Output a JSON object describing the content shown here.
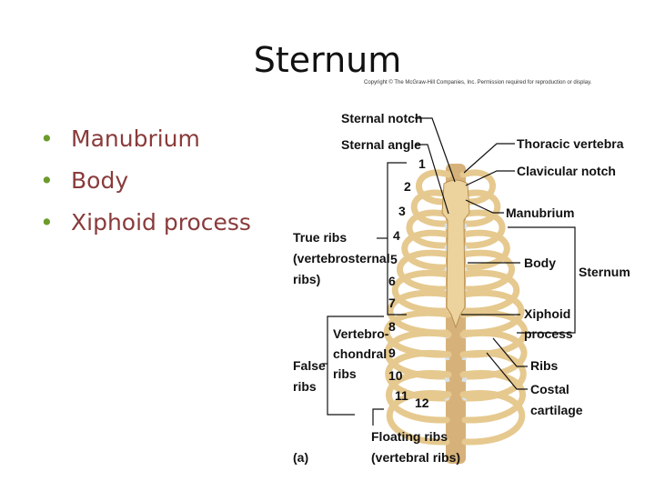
{
  "slide": {
    "title": "Sternum",
    "copyright": "Copyright © The McGraw-Hill Companies, Inc. Permission required for reproduction or display."
  },
  "bullets": [
    {
      "text": "Manubrium"
    },
    {
      "text": "Body"
    },
    {
      "text": "Xiphoid process"
    }
  ],
  "figure": {
    "panel_label": "(a)",
    "labels": {
      "sternal_notch": "Sternal notch",
      "sternal_angle": "Sternal angle",
      "true_ribs": "True ribs",
      "vertebrosternal": "(vertebrosternal",
      "ribs_paren": "ribs)",
      "vertebro": "Vertebro-",
      "chondral": "chondral",
      "ribs2": "ribs",
      "false": "False",
      "ribs3": "ribs",
      "floating": "Floating ribs",
      "vertebral": "(vertebral ribs)",
      "thoracic": "Thoracic vertebra",
      "clavicular": "Clavicular notch",
      "manubrium": "Manubrium",
      "body": "Body",
      "sternum": "Sternum",
      "xiphoid1": "Xiphoid",
      "xiphoid2": "process",
      "ribs": "Ribs",
      "costal1": "Costal",
      "costal2": "cartilage"
    },
    "numbers": [
      "1",
      "2",
      "3",
      "4",
      "5",
      "6",
      "7",
      "8",
      "9",
      "10",
      "11",
      "12"
    ],
    "colors": {
      "bone": "#e6c98f",
      "bone_dark": "#c9a260",
      "cartilage": "#d9e2ea",
      "line": "#111111"
    }
  }
}
